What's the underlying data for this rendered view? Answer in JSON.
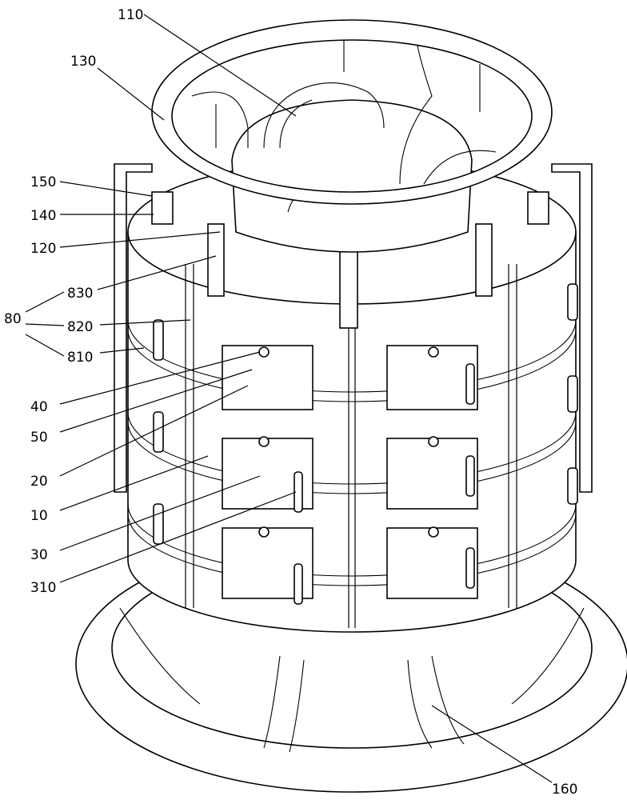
{
  "labels": {
    "l110": "110",
    "l130": "130",
    "l150": "150",
    "l140": "140",
    "l120": "120",
    "l830": "830",
    "l80": "80",
    "l820": "820",
    "l810": "810",
    "l40": "40",
    "l50": "50",
    "l20": "20",
    "l10": "10",
    "l30": "30",
    "l310": "310",
    "l160": "160"
  }
}
